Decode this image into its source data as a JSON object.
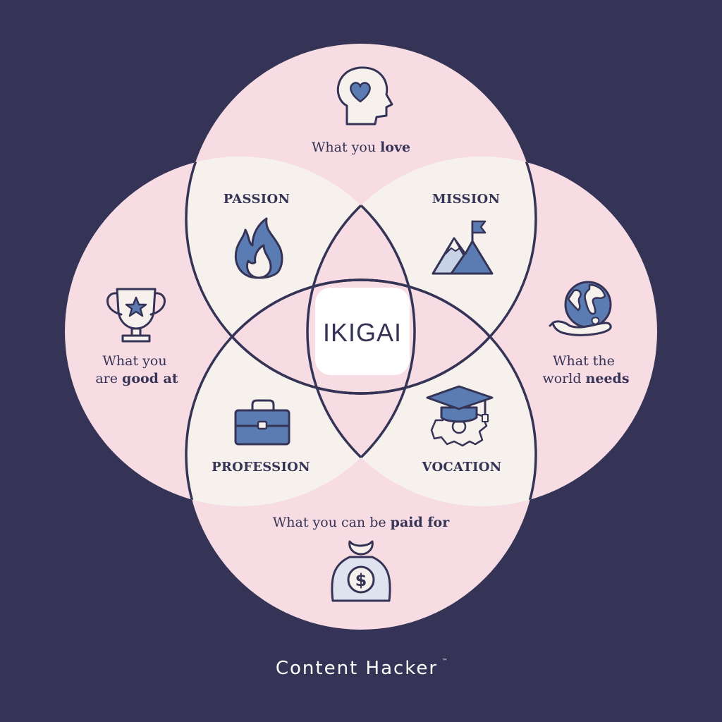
{
  "diagram": {
    "center_label": "IKIGAI",
    "circles": {
      "love": {
        "line1_normal": "What you ",
        "line1_bold": "love",
        "icon": "head-heart-icon"
      },
      "good_at": {
        "line1": "What you",
        "line2_normal": "are ",
        "line2_bold": "good at",
        "icon": "trophy-star-icon"
      },
      "world_needs": {
        "line1": "What the",
        "line2_normal": "world ",
        "line2_bold": "needs",
        "icon": "globe-hand-icon"
      },
      "paid_for": {
        "line1_normal": "What you can be ",
        "line1_bold": "paid for",
        "icon": "money-bag-icon"
      }
    },
    "intersections": {
      "passion": {
        "label": "PASSION",
        "icon": "flame-icon"
      },
      "mission": {
        "label": "MISSION",
        "icon": "mountain-flag-icon"
      },
      "profession": {
        "label": "PROFESSION",
        "icon": "briefcase-icon"
      },
      "vocation": {
        "label": "VOCATION",
        "icon": "graduation-cap-gear-icon"
      }
    }
  },
  "brand": {
    "name": "Content Hacker",
    "mark": "™"
  },
  "colors": {
    "background": "#353456",
    "circle_fill": "#f7dde3",
    "lens_fill": "#f7f1ee",
    "outline": "#353456",
    "icon_blue": "#5b7bb3",
    "center_fill": "#ffffff"
  }
}
